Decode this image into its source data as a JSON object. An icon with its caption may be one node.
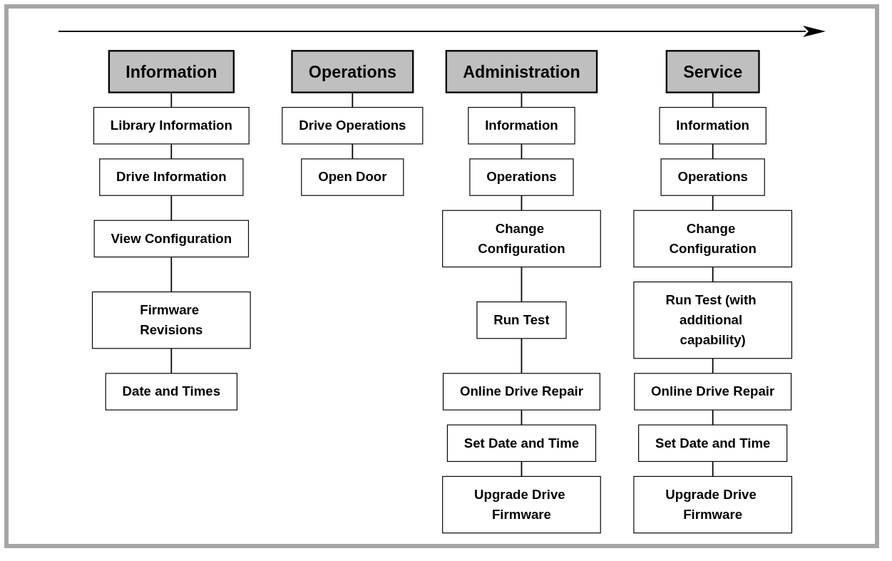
{
  "diagram": {
    "nodes": [
      {
        "text": [
          "Information"
        ]
      },
      {
        "text": [
          "Library Information"
        ]
      },
      {
        "text": [
          "Drive Information"
        ]
      },
      {
        "text": [
          "View Configuration"
        ]
      },
      {
        "text": [
          "Firmware Revisions"
        ]
      },
      {
        "text": [
          "Date and Times"
        ]
      },
      {
        "text": [
          "Operations"
        ]
      },
      {
        "text": [
          "Drive Operations"
        ]
      },
      {
        "text": [
          "Open Door"
        ]
      },
      {
        "text": [
          "Administration"
        ]
      },
      {
        "text": [
          "Information"
        ]
      },
      {
        "text": [
          "Operations"
        ]
      },
      {
        "text": [
          "Change Configuration"
        ]
      },
      {
        "text": [
          "Run Test"
        ]
      },
      {
        "text": [
          "Online Drive Repair"
        ]
      },
      {
        "text": [
          "Set Date and Time"
        ]
      },
      {
        "text": [
          "Upgrade Drive Firmware"
        ]
      },
      {
        "text": [
          "Service"
        ]
      },
      {
        "text": [
          "Information"
        ]
      },
      {
        "text": [
          "Operations"
        ]
      },
      {
        "text": [
          "Change Configuration"
        ]
      },
      {
        "text": [
          "Run Test (with additional capability)"
        ]
      },
      {
        "text": [
          "Online Drive Repair"
        ]
      },
      {
        "text": [
          "Set Date and Time"
        ]
      },
      {
        "text": [
          "Upgrade Drive Firmware"
        ]
      }
    ],
    "edges": [
      {
        "from": 0,
        "to": 1,
        "arrow": "none"
      },
      {
        "from": 1,
        "to": 2,
        "arrow": "none"
      },
      {
        "from": 2,
        "to": 3,
        "arrow": "none"
      },
      {
        "from": 3,
        "to": 4,
        "arrow": "none"
      },
      {
        "from": 4,
        "to": 5,
        "arrow": "none"
      },
      {
        "from": 6,
        "to": 7,
        "arrow": "none"
      },
      {
        "from": 7,
        "to": 8,
        "arrow": "none"
      },
      {
        "from": 9,
        "to": 10,
        "arrow": "none"
      },
      {
        "from": 10,
        "to": 11,
        "arrow": "none"
      },
      {
        "from": 11,
        "to": 12,
        "arrow": "none"
      },
      {
        "from": 12,
        "to": 13,
        "arrow": "none"
      },
      {
        "from": 13,
        "to": 14,
        "arrow": "none"
      },
      {
        "from": 14,
        "to": 15,
        "arrow": "none"
      },
      {
        "from": 15,
        "to": 16,
        "arrow": "none"
      },
      {
        "from": 17,
        "to": 18,
        "arrow": "none"
      },
      {
        "from": 18,
        "to": 19,
        "arrow": "none"
      },
      {
        "from": 19,
        "to": 20,
        "arrow": "none"
      },
      {
        "from": 20,
        "to": 21,
        "arrow": "none"
      },
      {
        "from": 21,
        "to": 22,
        "arrow": "none"
      },
      {
        "from": 22,
        "to": 23,
        "arrow": "none"
      },
      {
        "from": 23,
        "to": 24,
        "arrow": "none"
      }
    ]
  }
}
